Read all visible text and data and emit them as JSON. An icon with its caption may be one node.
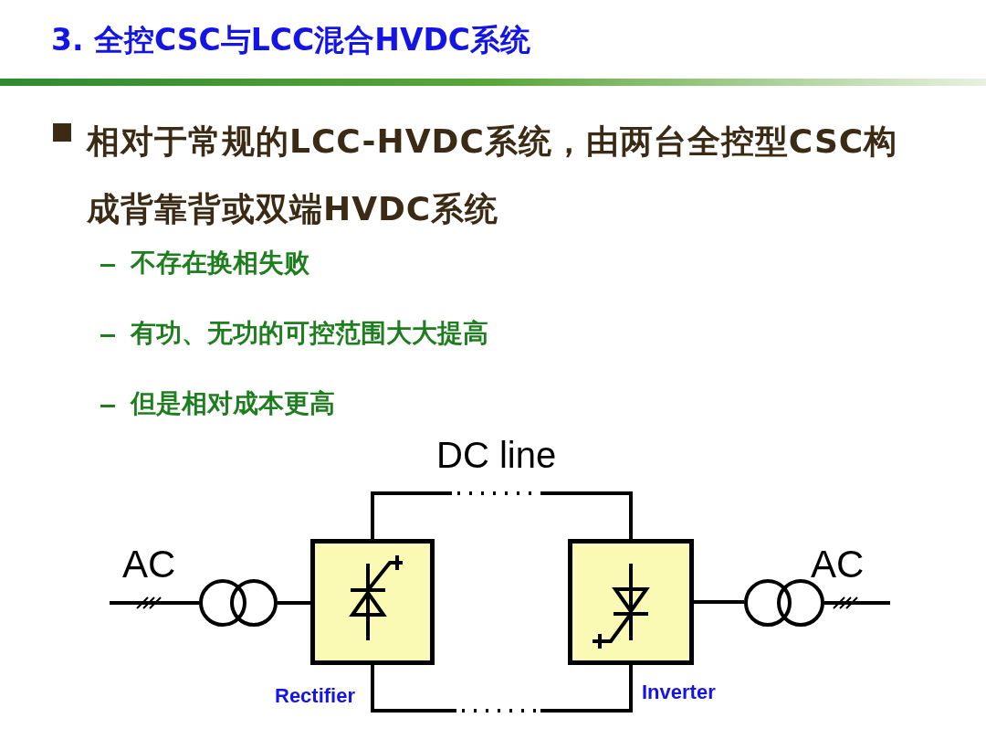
{
  "diagram": {
    "title": "3. 全控CSC与LCC混合HVDC系统",
    "nodes": [
      {
        "text": [
          "Rectifier"
        ]
      },
      {
        "text": [
          "Inverter"
        ]
      },
      {
        "text": [],
        "shape": "circle"
      },
      {
        "text": [],
        "shape": "circle"
      }
    ],
    "edges": [
      {
        "from": null,
        "to": 2,
        "arrow": "none",
        "label": "AC"
      },
      {
        "from": 2,
        "to": 0,
        "arrow": "none"
      },
      {
        "from": 0,
        "to": 1,
        "arrow": "none",
        "label": "DC line",
        "style": "dashed"
      },
      {
        "from": 0,
        "to": 1,
        "arrow": "none",
        "style": "dashed"
      },
      {
        "from": 1,
        "to": 3,
        "arrow": "none"
      },
      {
        "from": 3,
        "to": null,
        "arrow": "none",
        "label": "AC"
      }
    ],
    "labels": [
      "相对于常规的LCC-HVDC系统，由两台全控型CSC构成背靠背或双端HVDC系统",
      "不存在换相失败",
      "有功、无功的可控范围大大提高",
      "但是相对成本更高"
    ]
  }
}
